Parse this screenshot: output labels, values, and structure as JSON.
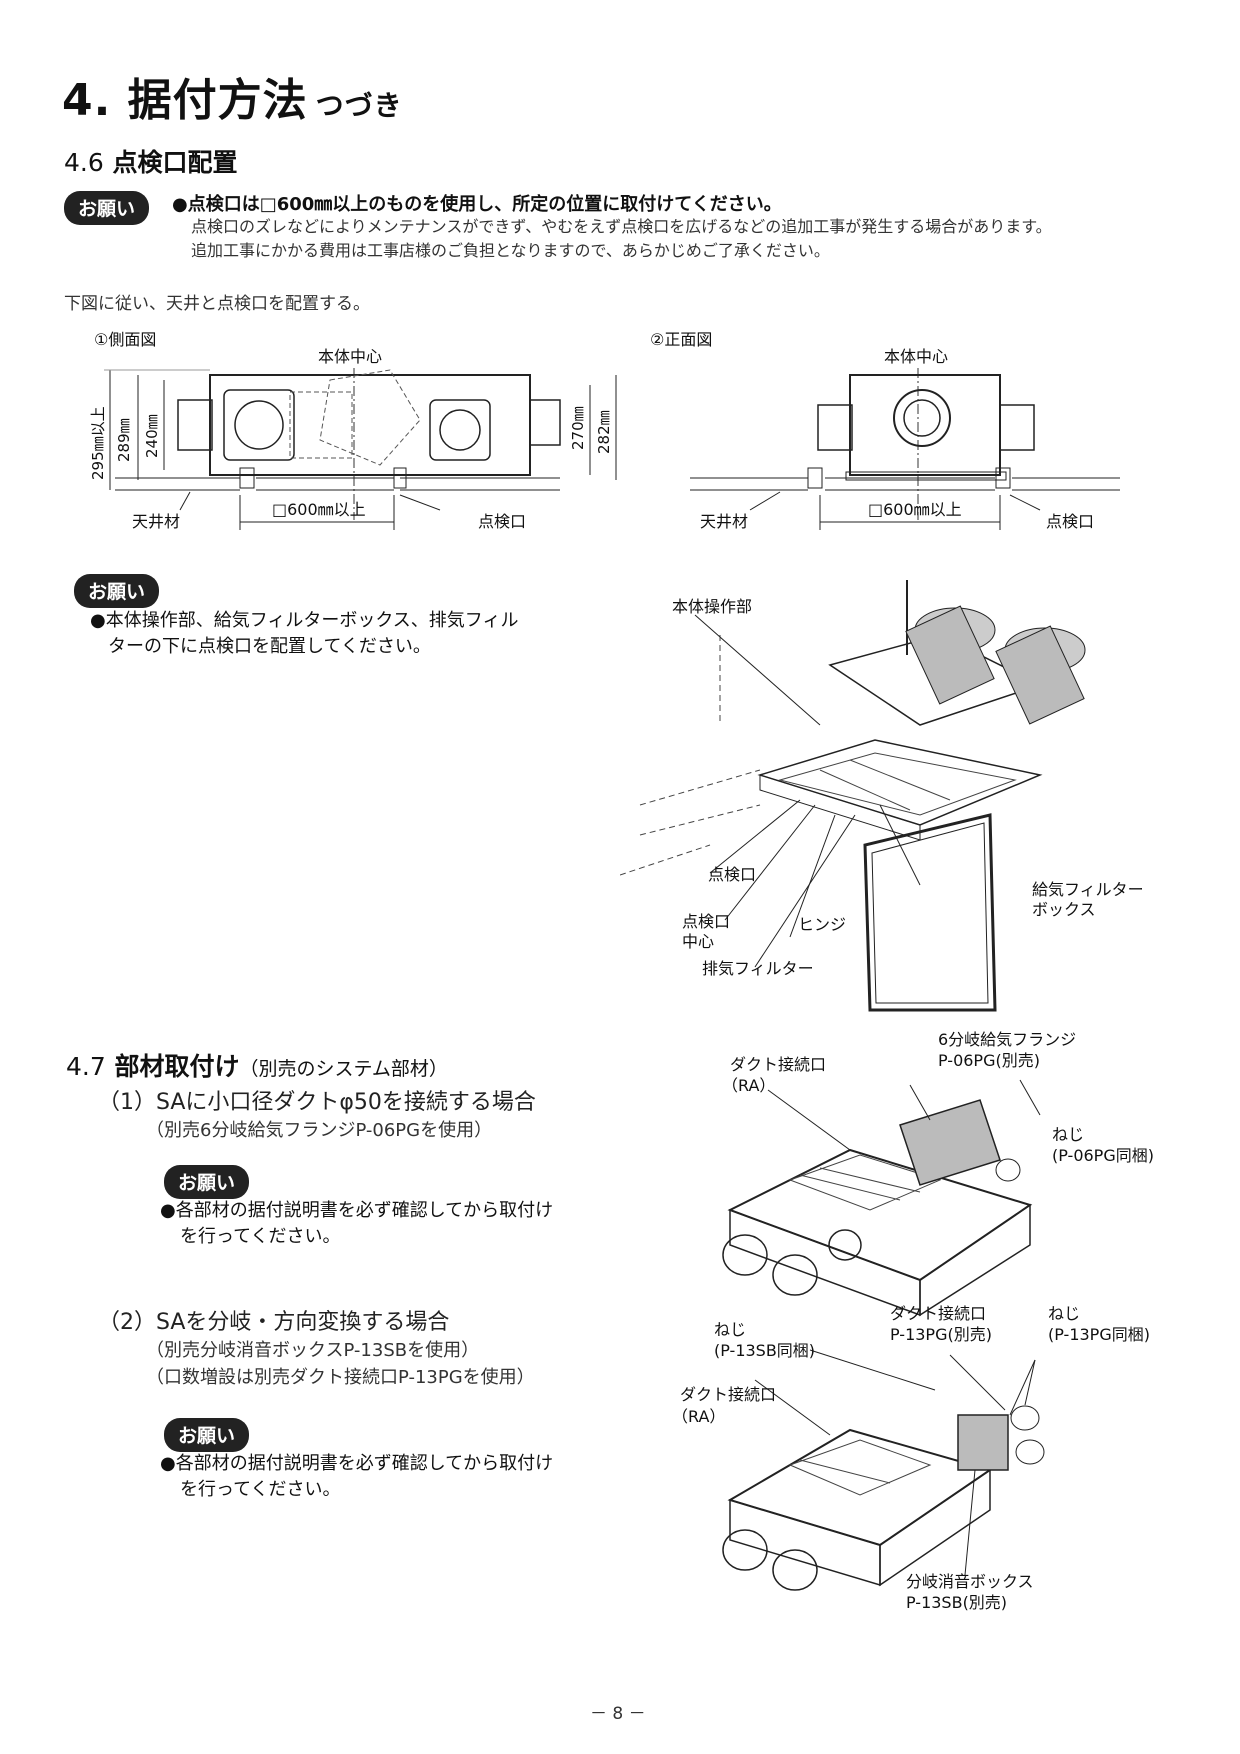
{
  "header": {
    "title": "4. 据付方法",
    "title_suffix": "つづき"
  },
  "s46": {
    "title_num": "4.6",
    "title": "点検口配置",
    "badge": "お願い",
    "note_bold": "●点検口は□600㎜以上のものを使用し、所定の位置に取付けてください。",
    "note_line2": "点検口のズレなどによりメンテナンスができず、やむをえず点検口を広げるなどの追加工事が発生する場合があります。",
    "note_line3": "追加工事にかかる費用は工事店様のご負担となりますので、あらかじめご了承ください。",
    "intro": "下図に従い、天井と点検口を配置する。",
    "side_view": {
      "caption": "①側面図",
      "center": "本体中心",
      "dim_295": "295㎜以上",
      "dim_289": "289㎜",
      "dim_240": "240㎜",
      "dim_270": "270㎜",
      "dim_282": "282㎜",
      "ceiling": "天井材",
      "span": "□600㎜以上",
      "hatch": "点検口"
    },
    "front_view": {
      "caption": "②正面図",
      "center": "本体中心",
      "ceiling": "天井材",
      "span": "□600㎜以上",
      "hatch": "点検口"
    },
    "badge2": "お願い",
    "note2_line1": "●本体操作部、給気フィルターボックス、排気フィル",
    "note2_line2": "ターの下に点検口を配置してください。",
    "iso": {
      "control": "本体操作部",
      "hatch": "点検口",
      "hatch_center_1": "点検口",
      "hatch_center_2": "中心",
      "hinge": "ヒンジ",
      "exhaust_filter": "排気フィルター",
      "supply_filter_1": "給気フィルター",
      "supply_filter_2": "ボックス"
    }
  },
  "s47": {
    "title_num": "4.7",
    "title": "部材取付け",
    "title_paren": "（別売のシステム部材）",
    "case1_title": "（1）SAに小口径ダクトφ50を接続する場合",
    "case1_sub": "（別売6分岐給気フランジP-06PGを使用）",
    "case1_badge": "お願い",
    "case1_note1": "●各部材の据付説明書を必ず確認してから取付け",
    "case1_note2": "を行ってください。",
    "case2_title": "（2）SAを分岐・方向変換する場合",
    "case2_sub1": "（別売分岐消音ボックスP-13SBを使用）",
    "case2_sub2": "（口数増設は別売ダクト接続口P-13PGを使用）",
    "case2_badge": "お願い",
    "case2_note1": "●各部材の据付説明書を必ず確認してから取付け",
    "case2_note2": "を行ってください。",
    "fig1": {
      "duct_1": "ダクト接続口",
      "duct_2": "（RA）",
      "flange_1": "6分岐給気フランジ",
      "flange_2": "P-06PG(別売)",
      "screw_1": "ねじ",
      "screw_2": "(P-06PG同梱)"
    },
    "fig2": {
      "screw_a1": "ねじ",
      "screw_a2": "(P-13SB同梱)",
      "duct_pg_1": "ダクト接続口",
      "duct_pg_2": "P-13PG(別売)",
      "screw_b1": "ねじ",
      "screw_b2": "(P-13PG同梱)",
      "duct_1": "ダクト接続口",
      "duct_2": "（RA）",
      "box_1": "分岐消音ボックス",
      "box_2": "P-13SB(別売)"
    }
  },
  "footer": {
    "page": "－ 8 －"
  }
}
